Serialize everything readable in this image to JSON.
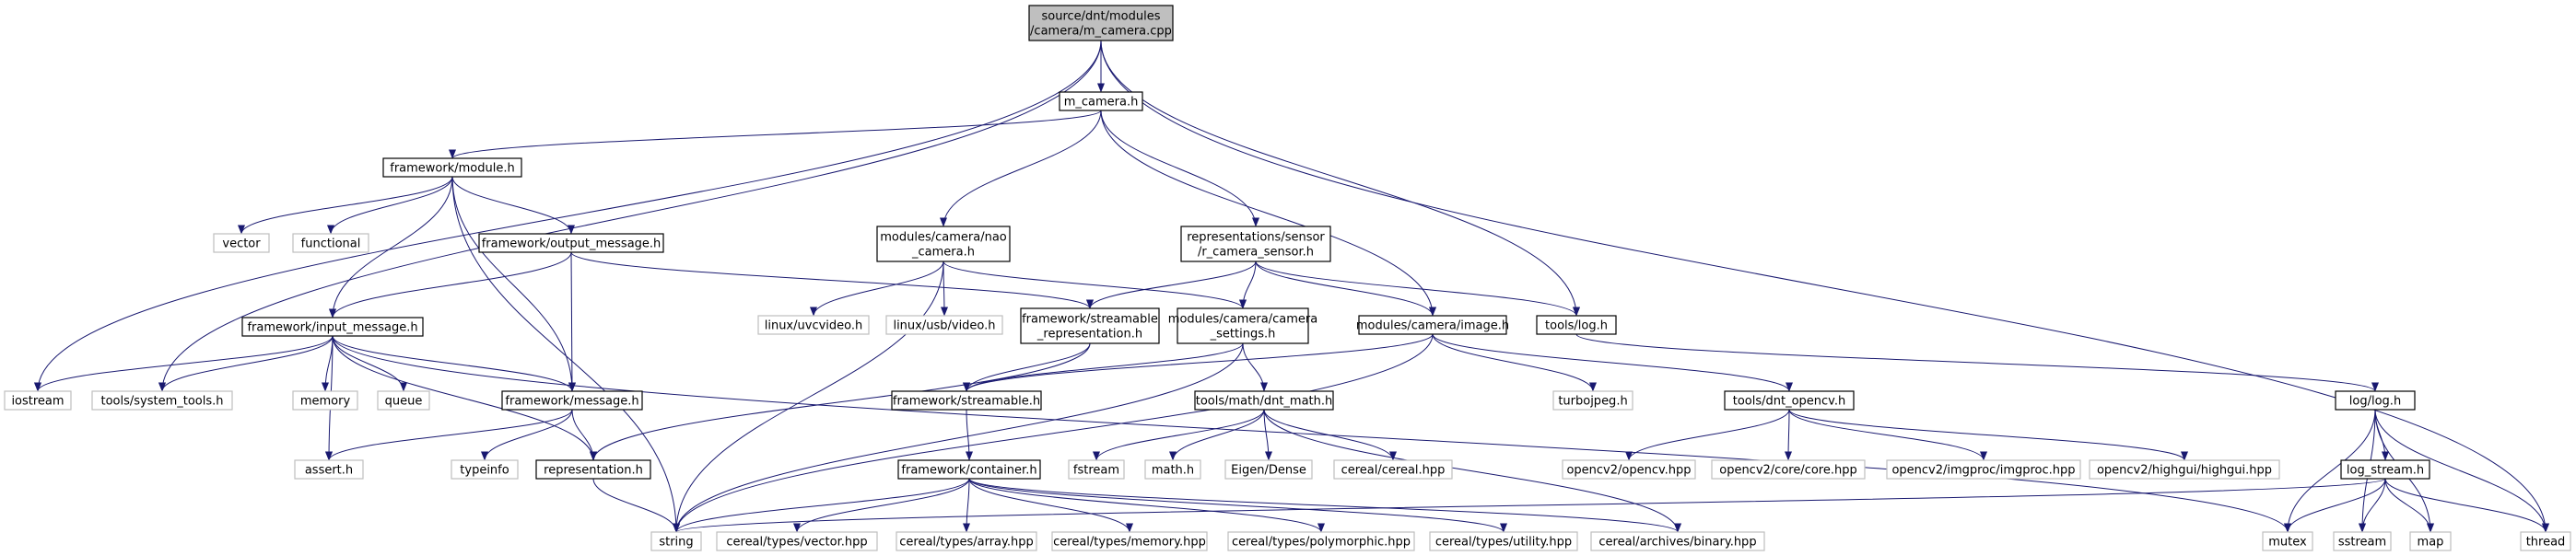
{
  "colors": {
    "edge": "#191970",
    "root_fill": "#bfbfbf",
    "box_stroke": "#000000",
    "external_stroke": "#bfbfbf",
    "label": "#000000"
  },
  "nodes": {
    "root": {
      "lines": [
        "source/dnt/modules",
        "/camera/m_camera.cpp"
      ],
      "kind": "root"
    },
    "m_camera_h": {
      "lines": [
        "m_camera.h"
      ],
      "kind": "file"
    },
    "fw_module": {
      "lines": [
        "framework/module.h"
      ],
      "kind": "file"
    },
    "vector": {
      "lines": [
        "vector"
      ],
      "kind": "external"
    },
    "functional": {
      "lines": [
        "functional"
      ],
      "kind": "external"
    },
    "fw_output_message": {
      "lines": [
        "framework/output_message.h"
      ],
      "kind": "file"
    },
    "fw_input_message": {
      "lines": [
        "framework/input_message.h"
      ],
      "kind": "file"
    },
    "iostream": {
      "lines": [
        "iostream"
      ],
      "kind": "external"
    },
    "tools_system_tools": {
      "lines": [
        "tools/system_tools.h"
      ],
      "kind": "external"
    },
    "memory": {
      "lines": [
        "memory"
      ],
      "kind": "external"
    },
    "queue": {
      "lines": [
        "queue"
      ],
      "kind": "external"
    },
    "assert_h": {
      "lines": [
        "assert.h"
      ],
      "kind": "external"
    },
    "fw_message": {
      "lines": [
        "framework/message.h"
      ],
      "kind": "file"
    },
    "typeinfo": {
      "lines": [
        "typeinfo"
      ],
      "kind": "external"
    },
    "representation": {
      "lines": [
        "representation.h"
      ],
      "kind": "file"
    },
    "string": {
      "lines": [
        "string"
      ],
      "kind": "external"
    },
    "nao_camera": {
      "lines": [
        "modules/camera/nao",
        "_camera.h"
      ],
      "kind": "file"
    },
    "linux_uvcvideo": {
      "lines": [
        "linux/uvcvideo.h"
      ],
      "kind": "external"
    },
    "linux_usb_video": {
      "lines": [
        "linux/usb/video.h"
      ],
      "kind": "external"
    },
    "fw_streamable_repr": {
      "lines": [
        "framework/streamable",
        "_representation.h"
      ],
      "kind": "file"
    },
    "camera_settings": {
      "lines": [
        "modules/camera/camera",
        "_settings.h"
      ],
      "kind": "file"
    },
    "repr_sensor": {
      "lines": [
        "representations/sensor",
        "/r_camera_sensor.h"
      ],
      "kind": "file"
    },
    "camera_image": {
      "lines": [
        "modules/camera/image.h"
      ],
      "kind": "file"
    },
    "tools_log": {
      "lines": [
        "tools/log.h"
      ],
      "kind": "file"
    },
    "fw_streamable": {
      "lines": [
        "framework/streamable.h"
      ],
      "kind": "file"
    },
    "fw_container": {
      "lines": [
        "framework/container.h"
      ],
      "kind": "file"
    },
    "dnt_math": {
      "lines": [
        "tools/math/dnt_math.h"
      ],
      "kind": "file"
    },
    "fstream": {
      "lines": [
        "fstream"
      ],
      "kind": "external"
    },
    "math_h": {
      "lines": [
        "math.h"
      ],
      "kind": "external"
    },
    "eigen_dense": {
      "lines": [
        "Eigen/Dense"
      ],
      "kind": "external"
    },
    "cereal_hpp": {
      "lines": [
        "cereal/cereal.hpp"
      ],
      "kind": "external"
    },
    "turbojpeg": {
      "lines": [
        "turbojpeg.h"
      ],
      "kind": "external"
    },
    "dnt_opencv": {
      "lines": [
        "tools/dnt_opencv.h"
      ],
      "kind": "file"
    },
    "opencv2_opencv": {
      "lines": [
        "opencv2/opencv.hpp"
      ],
      "kind": "external"
    },
    "opencv2_core": {
      "lines": [
        "opencv2/core/core.hpp"
      ],
      "kind": "external"
    },
    "opencv2_imgproc": {
      "lines": [
        "opencv2/imgproc/imgproc.hpp"
      ],
      "kind": "external"
    },
    "opencv2_highgui": {
      "lines": [
        "opencv2/highgui/highgui.hpp"
      ],
      "kind": "external"
    },
    "log_log": {
      "lines": [
        "log/log.h"
      ],
      "kind": "file"
    },
    "log_stream": {
      "lines": [
        "log_stream.h"
      ],
      "kind": "file"
    },
    "mutex": {
      "lines": [
        "mutex"
      ],
      "kind": "external"
    },
    "sstream": {
      "lines": [
        "sstream"
      ],
      "kind": "external"
    },
    "map": {
      "lines": [
        "map"
      ],
      "kind": "external"
    },
    "thread": {
      "lines": [
        "thread"
      ],
      "kind": "external"
    },
    "cereal_vector": {
      "lines": [
        "cereal/types/vector.hpp"
      ],
      "kind": "external"
    },
    "cereal_array": {
      "lines": [
        "cereal/types/array.hpp"
      ],
      "kind": "external"
    },
    "cereal_memory": {
      "lines": [
        "cereal/types/memory.hpp"
      ],
      "kind": "external"
    },
    "cereal_polymorphic": {
      "lines": [
        "cereal/types/polymorphic.hpp"
      ],
      "kind": "external"
    },
    "cereal_utility": {
      "lines": [
        "cereal/types/utility.hpp"
      ],
      "kind": "external"
    },
    "cereal_binary": {
      "lines": [
        "cereal/archives/binary.hpp"
      ],
      "kind": "external"
    }
  },
  "edges": [
    [
      "root",
      "m_camera_h"
    ],
    [
      "root",
      "iostream"
    ],
    [
      "root",
      "tools_system_tools"
    ],
    [
      "root",
      "tools_log"
    ],
    [
      "root",
      "thread"
    ],
    [
      "m_camera_h",
      "fw_module"
    ],
    [
      "m_camera_h",
      "nao_camera"
    ],
    [
      "m_camera_h",
      "repr_sensor"
    ],
    [
      "m_camera_h",
      "camera_image"
    ],
    [
      "fw_module",
      "vector"
    ],
    [
      "fw_module",
      "functional"
    ],
    [
      "fw_module",
      "fw_output_message"
    ],
    [
      "fw_module",
      "fw_input_message"
    ],
    [
      "fw_module",
      "fw_message"
    ],
    [
      "fw_module",
      "string"
    ],
    [
      "fw_output_message",
      "fw_input_message"
    ],
    [
      "fw_output_message",
      "fw_message"
    ],
    [
      "fw_output_message",
      "fw_streamable_repr"
    ],
    [
      "fw_input_message",
      "iostream"
    ],
    [
      "fw_input_message",
      "tools_system_tools"
    ],
    [
      "fw_input_message",
      "memory"
    ],
    [
      "fw_input_message",
      "queue"
    ],
    [
      "fw_input_message",
      "assert_h"
    ],
    [
      "fw_input_message",
      "fw_message"
    ],
    [
      "fw_input_message",
      "representation"
    ],
    [
      "fw_input_message",
      "mutex"
    ],
    [
      "fw_message",
      "assert_h"
    ],
    [
      "fw_message",
      "typeinfo"
    ],
    [
      "fw_message",
      "representation"
    ],
    [
      "representation",
      "string"
    ],
    [
      "nao_camera",
      "linux_uvcvideo"
    ],
    [
      "nao_camera",
      "linux_usb_video"
    ],
    [
      "nao_camera",
      "string"
    ],
    [
      "nao_camera",
      "camera_settings"
    ],
    [
      "repr_sensor",
      "fw_streamable_repr"
    ],
    [
      "repr_sensor",
      "camera_settings"
    ],
    [
      "repr_sensor",
      "camera_image"
    ],
    [
      "repr_sensor",
      "tools_log"
    ],
    [
      "fw_streamable_repr",
      "fw_streamable"
    ],
    [
      "fw_streamable_repr",
      "representation"
    ],
    [
      "camera_settings",
      "fw_streamable"
    ],
    [
      "camera_settings",
      "dnt_math"
    ],
    [
      "camera_settings",
      "string"
    ],
    [
      "camera_image",
      "fw_streamable"
    ],
    [
      "camera_image",
      "turbojpeg"
    ],
    [
      "camera_image",
      "dnt_opencv"
    ],
    [
      "camera_image",
      "string"
    ],
    [
      "tools_log",
      "log_log"
    ],
    [
      "fw_streamable",
      "fw_container"
    ],
    [
      "fw_container",
      "string"
    ],
    [
      "fw_container",
      "cereal_vector"
    ],
    [
      "fw_container",
      "cereal_array"
    ],
    [
      "fw_container",
      "cereal_memory"
    ],
    [
      "fw_container",
      "cereal_polymorphic"
    ],
    [
      "fw_container",
      "cereal_utility"
    ],
    [
      "fw_container",
      "cereal_binary"
    ],
    [
      "dnt_math",
      "fstream"
    ],
    [
      "dnt_math",
      "math_h"
    ],
    [
      "dnt_math",
      "eigen_dense"
    ],
    [
      "dnt_math",
      "cereal_hpp"
    ],
    [
      "dnt_math",
      "cereal_binary"
    ],
    [
      "dnt_opencv",
      "opencv2_opencv"
    ],
    [
      "dnt_opencv",
      "opencv2_core"
    ],
    [
      "dnt_opencv",
      "opencv2_imgproc"
    ],
    [
      "dnt_opencv",
      "opencv2_highgui"
    ],
    [
      "log_log",
      "mutex"
    ],
    [
      "log_log",
      "log_stream"
    ],
    [
      "log_log",
      "sstream"
    ],
    [
      "log_log",
      "map"
    ],
    [
      "log_log",
      "thread"
    ],
    [
      "log_stream",
      "string"
    ],
    [
      "log_stream",
      "mutex"
    ],
    [
      "log_stream",
      "sstream"
    ],
    [
      "log_stream",
      "map"
    ],
    [
      "log_stream",
      "thread"
    ]
  ]
}
